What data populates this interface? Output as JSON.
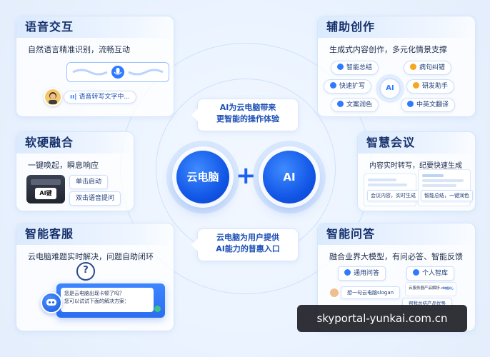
{
  "center": {
    "left_circle": "云电脑",
    "plus": "+",
    "right_circle": "AI",
    "callout_top": [
      "AI为云电脑带来",
      "更智能的操作体验"
    ],
    "callout_bottom": [
      "云电脑为用户提供",
      "AI能力的普惠入口"
    ]
  },
  "voice": {
    "title": "语音交互",
    "desc": "自然语言精准识别，流畅互动",
    "transcribing": "语音转写文字中..."
  },
  "hardware": {
    "title": "软硬融合",
    "desc": "一键唤起，瞬息响应",
    "key_label": "AI键",
    "actions": [
      "单击启动",
      "双击语音提问"
    ]
  },
  "service": {
    "title": "智能客服",
    "desc": "云电脑难题实时解决，问题自助闭环",
    "chat_lines": [
      "您是云电脑出现卡顿了吗？",
      "您可以试试下面的解决方案："
    ]
  },
  "creation": {
    "title": "辅助创作",
    "desc": "生成式内容创作，多元化情景支撑",
    "chips": [
      "智能总结",
      "病句纠错",
      "快速扩写",
      "研发助手",
      "文案润色",
      "中英文翻译"
    ],
    "center_label": "AI"
  },
  "meeting": {
    "title": "智慧会议",
    "desc": "内容实时转写，纪要快速生成",
    "snippets": [
      "会议内容，实时生成",
      "智能总结，一键润色"
    ]
  },
  "qa": {
    "title": "智能问答",
    "desc": "融合业界大模型，有问必答、智能反馈",
    "tabs": [
      "通用问答",
      "个人智库"
    ],
    "messages": [
      "想一句云电脑slogan",
      "云服务器产品解析.docx",
      "帮我总结产品优势"
    ],
    "percent": "45%"
  },
  "watermark": "skyportal-yunkai.com.cn",
  "colors": {
    "primary": "#1257e6",
    "accent": "#2f7bff",
    "title": "#16306b"
  }
}
